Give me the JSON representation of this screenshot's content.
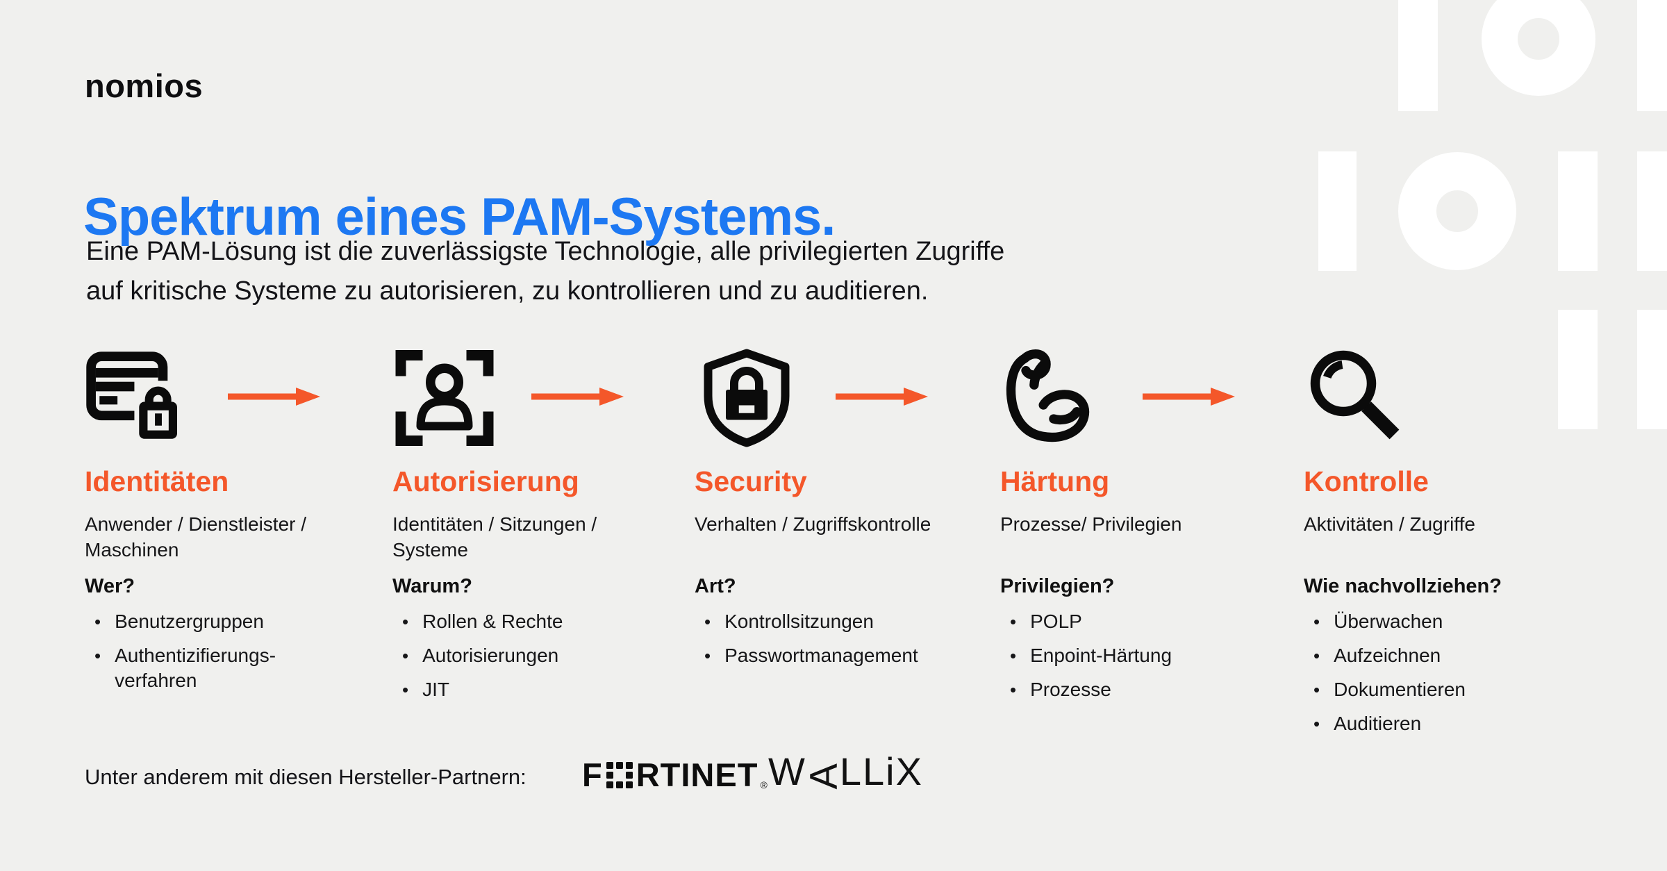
{
  "colors": {
    "background": "#f0f0ee",
    "accent_blue": "#1d78f2",
    "accent_orange": "#f4572a",
    "ink": "#0e0e10",
    "pattern_white": "#ffffff"
  },
  "brand": {
    "logo_text": "nomios"
  },
  "header": {
    "title": "Spektrum eines PAM-Systems.",
    "subtitle_lines": [
      "Eine PAM-Lösung ist die zuverlässigste Technologie, alle privilegierten Zugriffe",
      "auf kritische Systeme zu autorisieren, zu kontrollieren und zu auditieren."
    ]
  },
  "columns": [
    {
      "icon": "credit-card-lock-icon",
      "title": "Identitäten",
      "subtitle": "Anwender / Dienstleister / Maschinen",
      "question": "Wer?",
      "items": [
        "Benutzergruppen",
        "Authentizifierungs-verfahren"
      ]
    },
    {
      "icon": "identity-scan-icon",
      "title": "Autorisierung",
      "subtitle": "Identitäten / Sitzungen / Systeme",
      "question": "Warum?",
      "items": [
        "Rollen & Rechte",
        "Autorisierungen",
        "JIT"
      ]
    },
    {
      "icon": "shield-lock-icon",
      "title": "Security",
      "subtitle": "Verhalten / Zugriffskontrolle",
      "question": "Art?",
      "items": [
        "Kontrollsitzungen",
        "Passwortmanagement"
      ]
    },
    {
      "icon": "muscle-arm-icon",
      "title": "Härtung",
      "subtitle": "Prozesse/ Privilegien",
      "question": "Privilegien?",
      "items": [
        "POLP",
        "Enpoint-Härtung",
        "Prozesse"
      ]
    },
    {
      "icon": "magnifier-icon",
      "title": "Kontrolle",
      "subtitle": "Aktivitäten / Zugriffe",
      "question": "Wie nachvollziehen?",
      "items": [
        "Überwachen",
        "Aufzeichnen",
        "Dokumentieren",
        "Auditieren"
      ]
    }
  ],
  "footer": {
    "partners_label": "Unter anderem mit diesen Hersteller-Partnern:",
    "partners": [
      {
        "name": "FORTINET",
        "wordmark_left": "F",
        "wordmark_right": "RTINET",
        "registered_mark": "®"
      },
      {
        "name": "WALLIX",
        "wordmark_w": "W",
        "wordmark_a": "A",
        "wordmark_rest": "LLiX"
      }
    ]
  }
}
